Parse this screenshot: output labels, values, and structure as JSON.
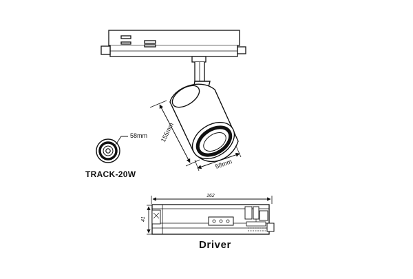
{
  "model_label": "TRACK-20W",
  "driver_label": "Driver",
  "dimensions": {
    "front_diameter": "58mm",
    "body_height": "155mm",
    "body_diameter": "58mm",
    "driver_length": "162",
    "driver_height": "41"
  }
}
